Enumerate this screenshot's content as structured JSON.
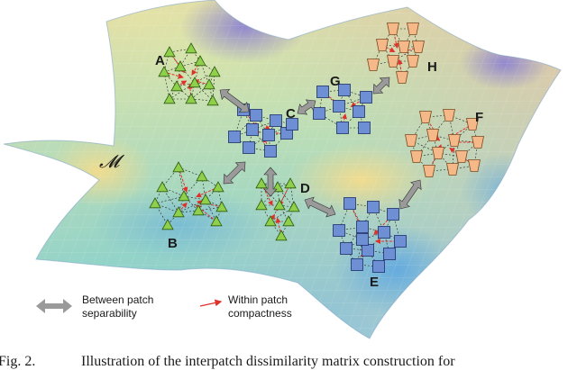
{
  "manifold_label": "𝓜",
  "patches": [
    {
      "id": "A",
      "label": "A",
      "shape": "triangle",
      "color": "#8fd04a"
    },
    {
      "id": "B",
      "label": "B",
      "shape": "triangle",
      "color": "#8fd04a"
    },
    {
      "id": "C",
      "label": "C",
      "shape": "square",
      "color": "#6f8fd4"
    },
    {
      "id": "D",
      "label": "D",
      "shape": "triangle",
      "color": "#8fd04a"
    },
    {
      "id": "E",
      "label": "E",
      "shape": "square",
      "color": "#6f8fd4"
    },
    {
      "id": "F",
      "label": "F",
      "shape": "trapezoid",
      "color": "#f5b888"
    },
    {
      "id": "G",
      "label": "G",
      "shape": "square",
      "color": "#6f8fd4"
    },
    {
      "id": "H",
      "label": "H",
      "shape": "trapezoid",
      "color": "#f5b888"
    }
  ],
  "legend": {
    "between_line1": "Between patch",
    "between_line2": "separability",
    "within_line1": "Within patch",
    "within_line2": "compactness"
  },
  "caption": {
    "prefix": "Fig. 2.",
    "text": "Illustration of the interpatch dissimilarity matrix construction for"
  },
  "colors": {
    "between_arrow": "#9a9a9a",
    "within_arrow": "#e0302a",
    "triangle": "#8fd04a",
    "square": "#6f8fd4",
    "trapezoid": "#f5b888"
  }
}
